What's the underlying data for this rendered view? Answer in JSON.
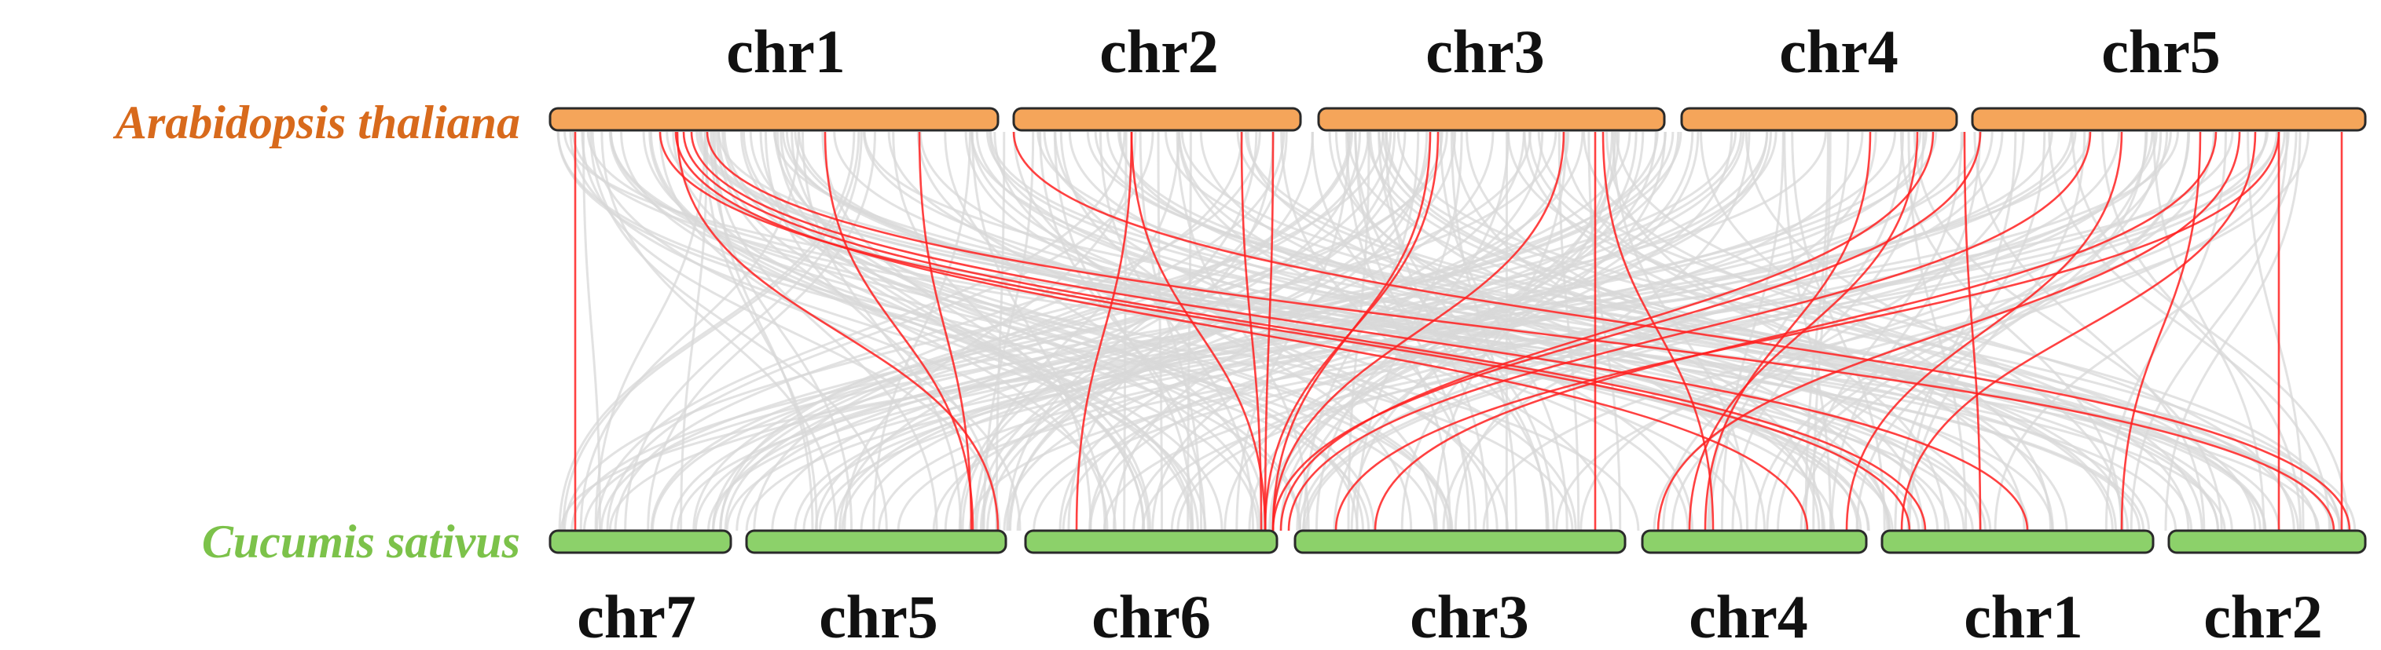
{
  "top_genome": {
    "species": "Arabidopsis thaliana",
    "bar_color": "#f5a55a",
    "label_color": "#d86a1c",
    "chromosomes": [
      "chr1",
      "chr2",
      "chr3",
      "chr4",
      "chr5"
    ]
  },
  "bottom_genome": {
    "species": "Cucumis sativus",
    "bar_color": "#8cd16a",
    "label_color": "#7cc24a",
    "chromosomes": [
      "chr7",
      "chr5",
      "chr6",
      "chr3",
      "chr4",
      "chr1",
      "chr2"
    ]
  },
  "colors": {
    "highlight_link": "#ff2020",
    "background_link": "#d8d8d8",
    "bar_outline": "#2a2a2a"
  }
}
